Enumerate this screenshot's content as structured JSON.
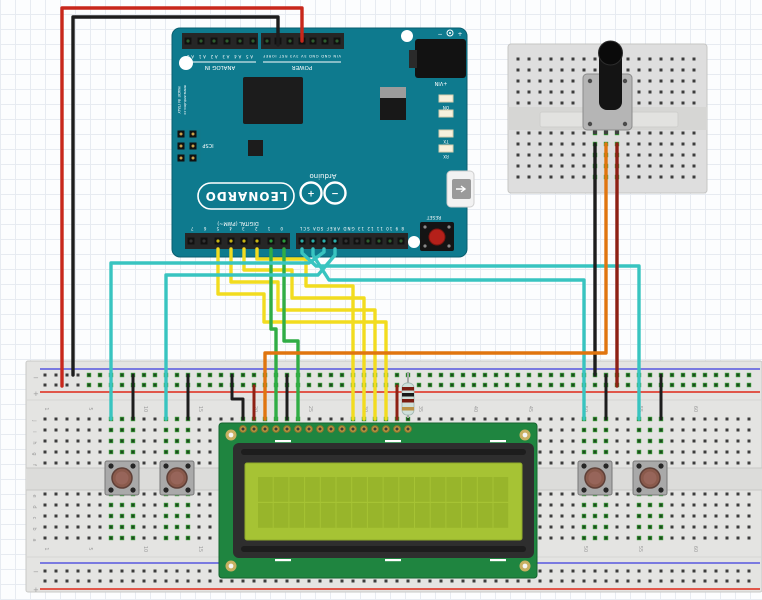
{
  "arduino": {
    "name": "LEONARDO",
    "brand": "Arduino",
    "power_section": "POWER",
    "analog_section": "ANALOG IN",
    "digital_section": "DIGITAL (PWM~)",
    "icsp_label": "ICSP",
    "reset_label": "RESET",
    "vin_label": "+VIN",
    "led_on": "ON",
    "led_tx": "TX",
    "led_rx": "RX",
    "made_in": "MADE IN ITALY",
    "website": "www.arduino.cc",
    "analog_pins": "A5 A4 A3 A2 A1 A0",
    "power_pins": "VIN GND GND 5V 3V3 RST IOREF",
    "digital_pins_low": "0 1 2 3 4 5 6 7",
    "digital_pins_high": "8 9 10 11 12 13 GND AREF SDA SCL",
    "logo_plus": "+",
    "logo_minus": "−",
    "jack_minus": "−",
    "jack_plus": "+"
  },
  "breadboard": {
    "minus": "−",
    "plus": "+",
    "row_letters_top": [
      "j",
      "i",
      "h",
      "g",
      "f"
    ],
    "row_letters_bottom": [
      "e",
      "d",
      "c",
      "b",
      "a"
    ],
    "col_numbers": [
      "1",
      "5",
      "10",
      "15",
      "20",
      "25",
      "30",
      "35",
      "40",
      "45",
      "50",
      "55",
      "60"
    ]
  },
  "colors": {
    "board_teal": "#0e7a8e",
    "breadboard_body": "#e4e4e2",
    "mini_body": "#dedede",
    "rail_red": "#e0564a",
    "rail_blue": "#7a7ae0",
    "hole_highlight": "#3ba13b",
    "wire_red": "#c8271b",
    "wire_dark_red": "#8e2014",
    "wire_black": "#1d1d1d",
    "wire_orange": "#e0750f",
    "wire_yellow": "#f2dc1f",
    "wire_green": "#30ad45",
    "wire_teal": "#38c4c0",
    "lcd_pcb": "#1f8540",
    "lcd_screen": "#a6c334",
    "lcd_cell": "#98b52b",
    "button_cap": "#8a5a4c"
  }
}
